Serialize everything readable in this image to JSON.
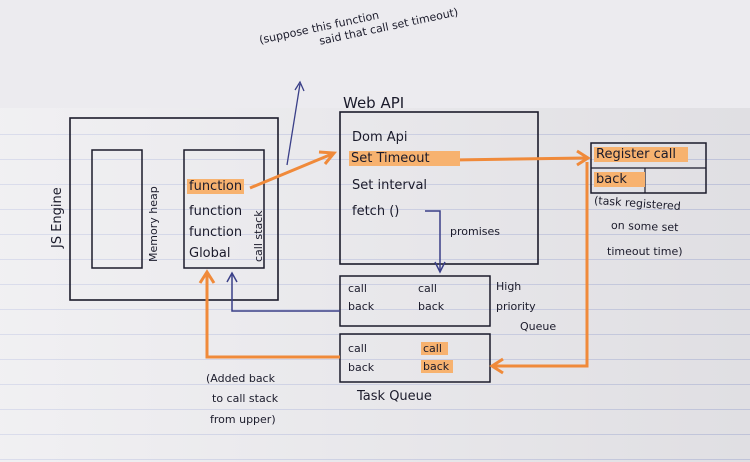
{
  "top_note": [
    "(suppose this function",
    "said that call set timeout)"
  ],
  "js_engine": {
    "label": "JS Engine",
    "memory_heap": "Memory heap",
    "call_stack_label": "call stack",
    "stack_items": [
      "function",
      "function",
      "function",
      "Global"
    ]
  },
  "web_api": {
    "title": "Web API",
    "items": [
      "Dom Api",
      "Set Timeout",
      "Set interval",
      "fetch ()"
    ],
    "promises_label": "promises"
  },
  "register": {
    "text": [
      "Register call",
      "back"
    ],
    "note": [
      "(task registered",
      "on some set",
      "timeout time)"
    ]
  },
  "high_priority_queue": {
    "items": [
      [
        "call",
        "back"
      ],
      [
        "call",
        "back"
      ]
    ],
    "label": [
      "High",
      "priority",
      "Queue"
    ]
  },
  "task_queue": {
    "items": [
      [
        "call",
        "back"
      ],
      [
        "call",
        "back"
      ]
    ],
    "label": "Task Queue"
  },
  "left_note": [
    "(Added back",
    "to call stack",
    "from upper)"
  ],
  "colors": {
    "highlight": "#f7b26f",
    "arrow_orange": "#f08a3a",
    "ink": "#1b1b2b"
  }
}
